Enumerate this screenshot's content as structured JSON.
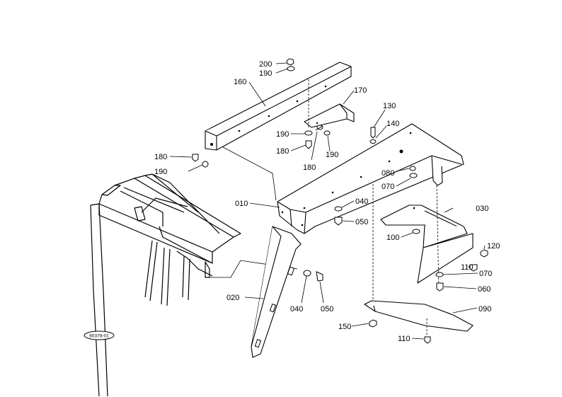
{
  "parts": {
    "p010": "010",
    "p020": "020",
    "p030": "030",
    "p040a": "040",
    "p040b": "040",
    "p050a": "050",
    "p050b": "050",
    "p060": "060",
    "p070a": "070",
    "p070b": "070",
    "p080": "080",
    "p090": "090",
    "p100": "100",
    "p110a": "110",
    "p110b": "110",
    "p120": "120",
    "p130": "130",
    "p140": "140",
    "p150": "150",
    "p160": "160",
    "p170": "170",
    "p180a": "180",
    "p180b": "180",
    "p180c": "180",
    "p190a": "190",
    "p190b": "190",
    "p190c": "190",
    "p190d": "190",
    "p200": "200"
  },
  "diagram_code": "60378-01"
}
